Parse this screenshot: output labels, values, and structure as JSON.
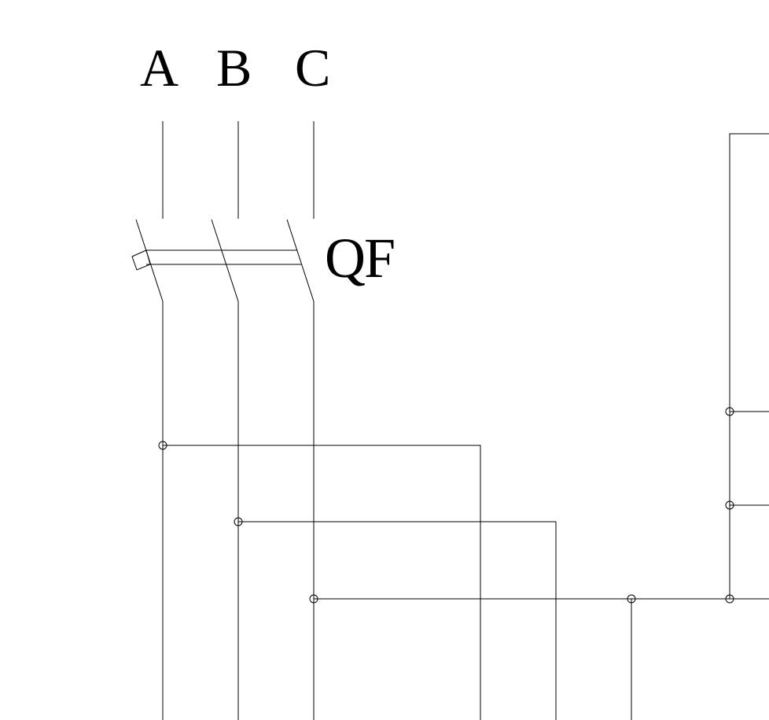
{
  "phases": [
    {
      "id": "a",
      "label": "A"
    },
    {
      "id": "b",
      "label": "B"
    },
    {
      "id": "c",
      "label": "C"
    }
  ],
  "breaker": {
    "label": "QF",
    "poles": 3
  },
  "colors": {
    "line": "#000000",
    "background": "#ffffff"
  }
}
